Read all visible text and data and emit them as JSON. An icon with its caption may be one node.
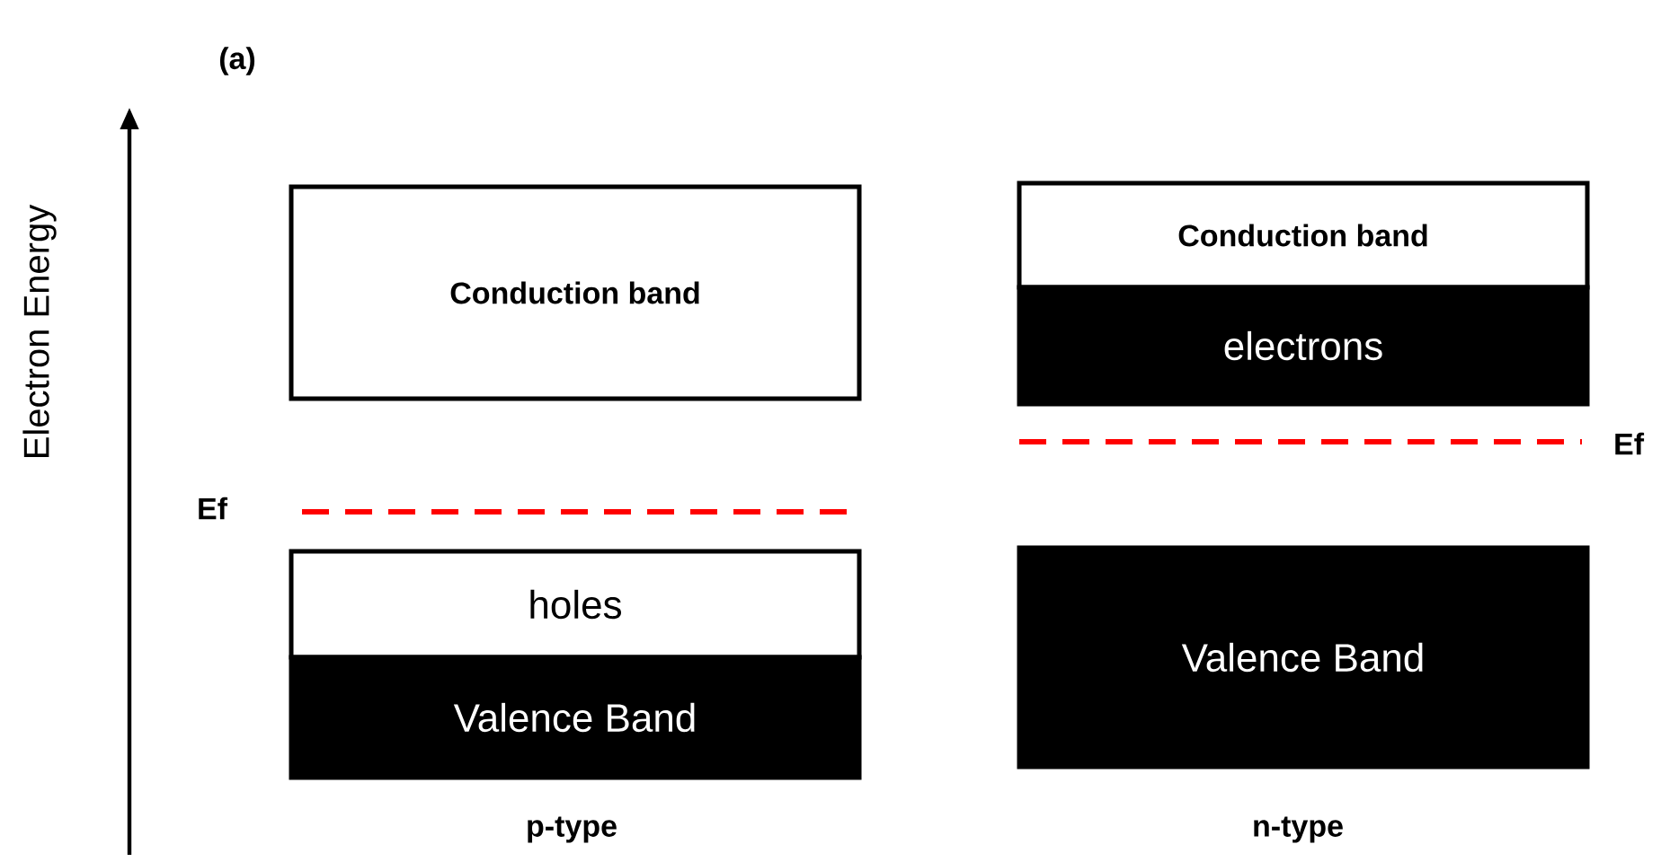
{
  "diagram": {
    "nodes": [
      {
        "text": [
          "Conduction band"
        ]
      },
      {
        "text": [
          "holes"
        ]
      },
      {
        "text": [
          "Valence Band"
        ]
      },
      {
        "text": [
          "Conduction band"
        ]
      },
      {
        "text": [
          "electrons"
        ]
      },
      {
        "text": [
          "Valence Band"
        ]
      }
    ],
    "labels": [
      "(a)",
      "Electron Energy",
      "Ef",
      "Ef",
      "p-type",
      "n-type"
    ]
  }
}
